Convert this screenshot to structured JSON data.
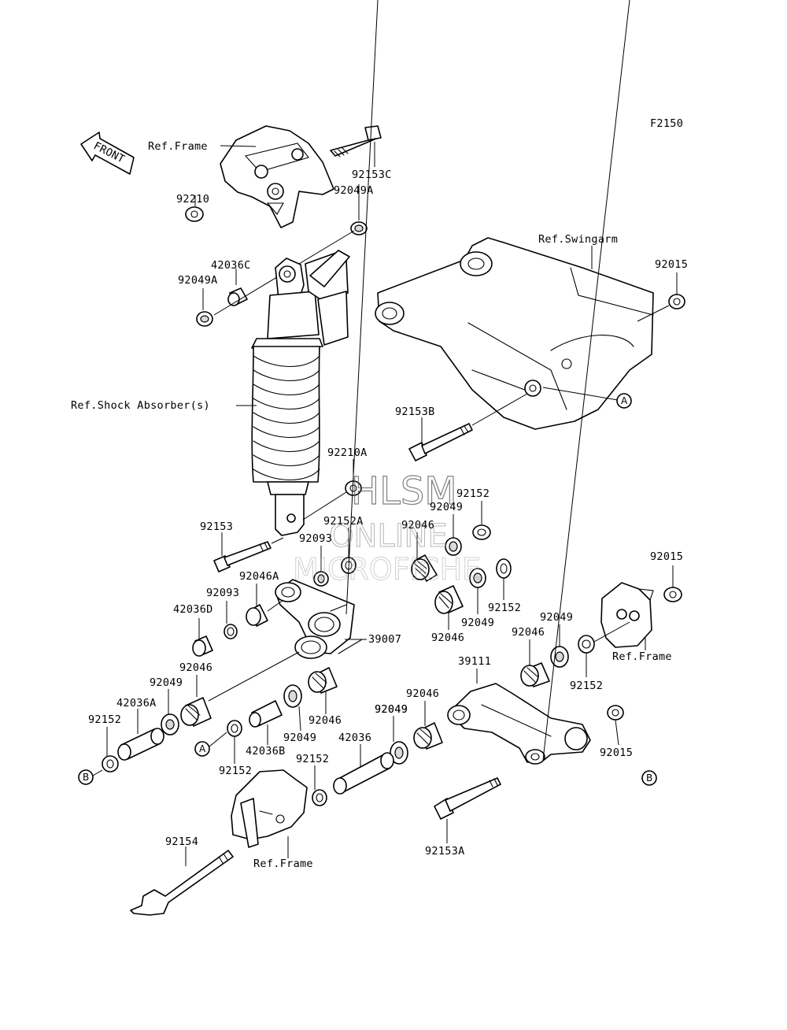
{
  "figure_code": "F2150",
  "front_arrow_label": "FRONT",
  "watermark": {
    "line1": "HLSM",
    "line2": "ONLINE",
    "line3": "MICROFICHE"
  },
  "ref_labels": {
    "frame_top": "Ref.Frame",
    "swingarm": "Ref.Swingarm",
    "shock": "Ref.Shock Absorber(s)",
    "frame_right": "Ref.Frame",
    "frame_bottom": "Ref.Frame"
  },
  "callouts": {
    "a": "A",
    "b": "B"
  },
  "part_labels": [
    "92153C",
    "92210",
    "92049A",
    "42036C",
    "92049A",
    "92015",
    "92153B",
    "92210A",
    "92152",
    "92049",
    "92046",
    "92152A",
    "92153",
    "92093",
    "92046A",
    "92093",
    "42036D",
    "39007",
    "92046",
    "92049",
    "92152",
    "92015",
    "92049",
    "92046",
    "92152",
    "39111",
    "92046",
    "92049",
    "42036A",
    "92046",
    "92049",
    "92152",
    "92152",
    "42036B",
    "92049",
    "92046",
    "92049",
    "42036",
    "92015",
    "92152",
    "92154",
    "92153A"
  ]
}
